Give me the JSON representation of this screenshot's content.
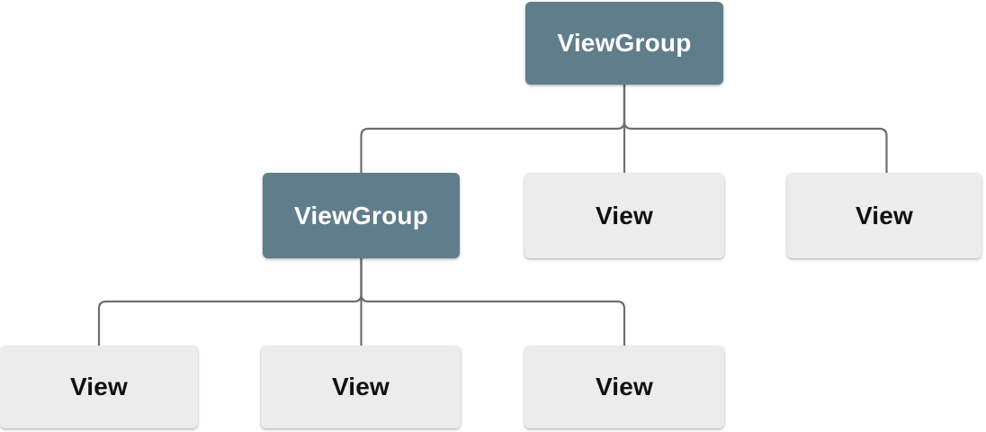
{
  "diagram": {
    "type": "tree",
    "description": "View hierarchy tree with ViewGroup and View nodes",
    "colors": {
      "viewgroup_fill": "#607d8b",
      "viewgroup_text": "#ffffff",
      "view_fill": "#ececec",
      "view_text": "#111111",
      "connector": "#6e6e6e",
      "background": "#ffffff"
    },
    "nodes": [
      {
        "id": "root-viewgroup",
        "label": "ViewGroup",
        "kind": "viewgroup",
        "level": 1
      },
      {
        "id": "child-viewgroup",
        "label": "ViewGroup",
        "kind": "viewgroup",
        "level": 2
      },
      {
        "id": "child-view-1",
        "label": "View",
        "kind": "view",
        "level": 2
      },
      {
        "id": "child-view-2",
        "label": "View",
        "kind": "view",
        "level": 2
      },
      {
        "id": "leaf-view-1",
        "label": "View",
        "kind": "view",
        "level": 3
      },
      {
        "id": "leaf-view-2",
        "label": "View",
        "kind": "view",
        "level": 3
      },
      {
        "id": "leaf-view-3",
        "label": "View",
        "kind": "view",
        "level": 3
      }
    ],
    "edges": [
      {
        "from": "root-viewgroup",
        "to": "child-viewgroup"
      },
      {
        "from": "root-viewgroup",
        "to": "child-view-1"
      },
      {
        "from": "root-viewgroup",
        "to": "child-view-2"
      },
      {
        "from": "child-viewgroup",
        "to": "leaf-view-1"
      },
      {
        "from": "child-viewgroup",
        "to": "leaf-view-2"
      },
      {
        "from": "child-viewgroup",
        "to": "leaf-view-3"
      }
    ]
  }
}
